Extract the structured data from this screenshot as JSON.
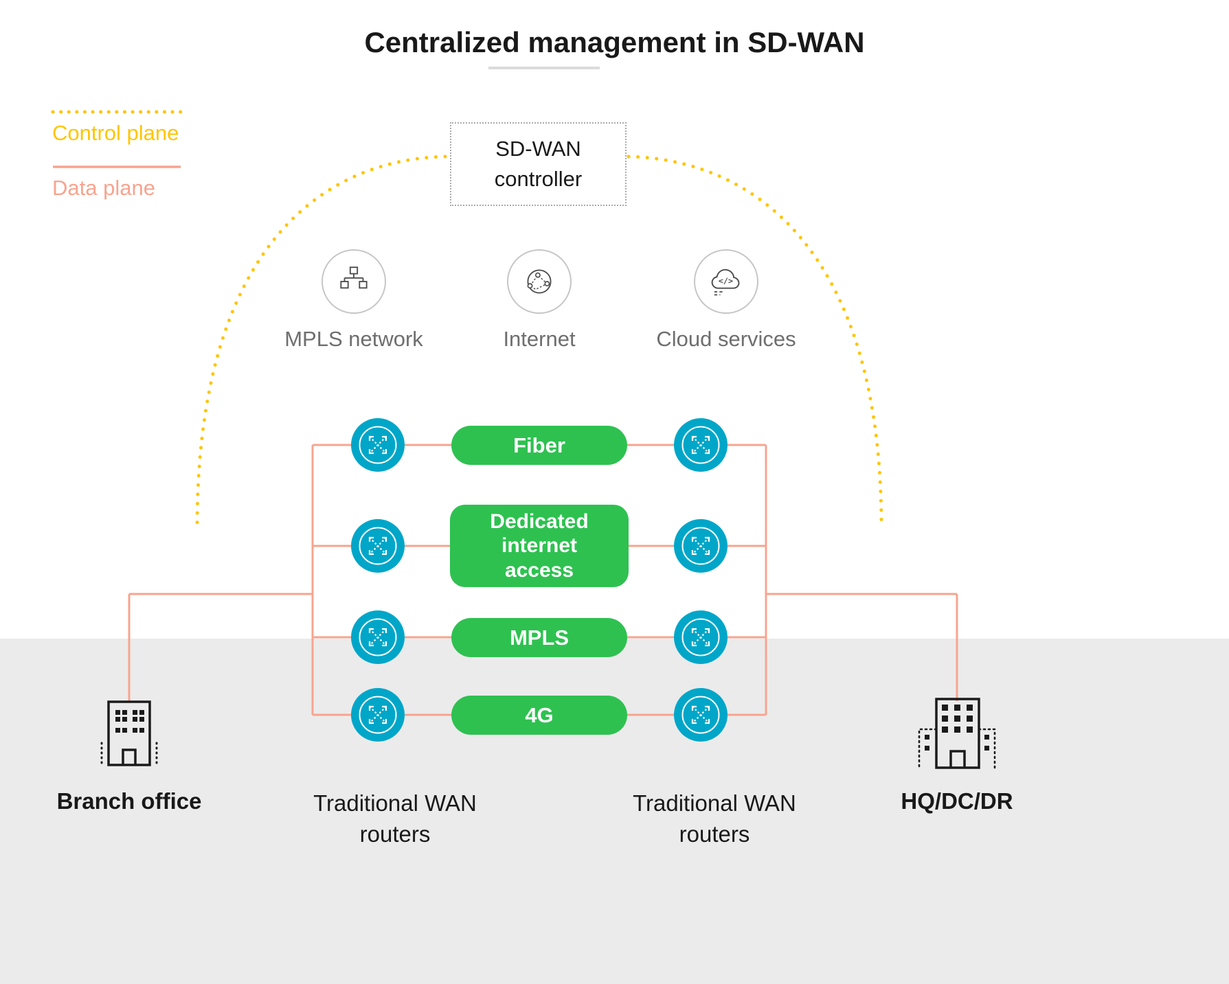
{
  "title": "Centralized management in SD-WAN",
  "legend": {
    "control_label": "Control plane",
    "data_label": "Data plane"
  },
  "controller_label": "SD-WAN controller",
  "services": [
    {
      "label": "MPLS network",
      "icon": "mpls-network-icon"
    },
    {
      "label": "Internet",
      "icon": "internet-globe-icon"
    },
    {
      "label": "Cloud services",
      "icon": "cloud-code-icon"
    }
  ],
  "links": [
    {
      "label": "Fiber"
    },
    {
      "label": "Dedicated internet access"
    },
    {
      "label": "MPLS"
    },
    {
      "label": "4G"
    }
  ],
  "icons": {
    "cloud_code_glyph": "</>"
  },
  "sites": {
    "branch_label": "Branch office",
    "hq_label": "HQ/DC/DR"
  },
  "router_groups": {
    "left_label": "Traditional WAN routers",
    "right_label": "Traditional WAN routers"
  },
  "colors": {
    "control_plane_yellow": "#FFC500",
    "data_plane_salmon": "#F7A48F",
    "link_green": "#2EC150",
    "router_teal": "#00A6C8",
    "background_band_gray": "#EBEBEB"
  }
}
